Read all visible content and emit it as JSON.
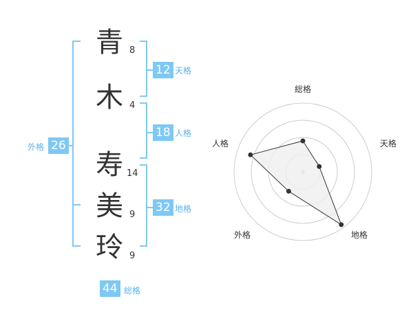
{
  "name": {
    "characters": [
      {
        "char": "青",
        "strokes": "8"
      },
      {
        "char": "木",
        "strokes": "4"
      },
      {
        "char": "寿",
        "strokes": "14"
      },
      {
        "char": "美",
        "strokes": "9"
      },
      {
        "char": "玲",
        "strokes": "9"
      }
    ]
  },
  "kakusu": {
    "tenkaku": {
      "value": "12",
      "label": "天格"
    },
    "jinkaku": {
      "value": "18",
      "label": "人格"
    },
    "chikaku": {
      "value": "32",
      "label": "地格"
    },
    "gaikaku": {
      "value": "26",
      "label": "外格"
    },
    "soukaku": {
      "value": "44",
      "label": "総格"
    }
  },
  "radar": {
    "axes": [
      "総格",
      "天格",
      "地格",
      "外格",
      "人格"
    ],
    "values": [
      0.45,
      0.25,
      0.95,
      0.35,
      0.8
    ],
    "rings": 4
  },
  "colors": {
    "accent": "#7ec8f4",
    "accent_text": "#5ab4ea",
    "ring": "#cccccc",
    "fill": "#efefef",
    "line": "#333333"
  }
}
